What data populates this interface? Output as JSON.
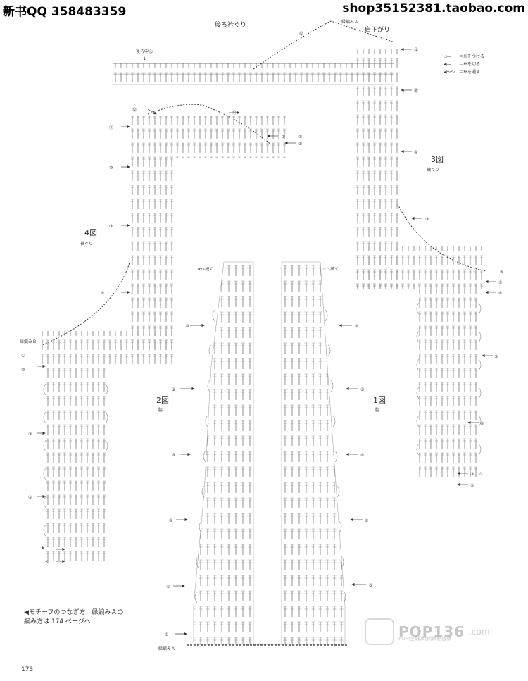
{
  "header": {
    "left": "新书QQ 358483359",
    "right": "shop35152381.taobao.com"
  },
  "labels": {
    "back_neck": "後ろ衿ぐり",
    "back_center": "後ろ中心",
    "shoulder": "肩下がり",
    "edge_a_top": "縁編みＡ",
    "edge_a_left": "縁編みＢ",
    "edge_a_bottom": "縁編みＡ",
    "fig1_num": "1図",
    "fig1_sub": "脇",
    "fig2_num": "2図",
    "fig2_sub": "脇",
    "fig3_num": "3図",
    "fig3_sub": "袖ぐり",
    "fig4_num": "4図",
    "fig4_sub": "袖ぐり",
    "cont_left": "★へ続く",
    "cont_right": "☆へ続く"
  },
  "legend": [
    {
      "symbol": "◁—",
      "text": "＝糸をつける"
    },
    {
      "symbol": "◀—",
      "text": "＝糸を切る"
    },
    {
      "symbol": "◀～～",
      "text": "＝糸を通す"
    }
  ],
  "note": {
    "line1": "◀モチーフのつなぎ方、縁編みＡの",
    "line2": "編み方は 174 ページへ"
  },
  "page_number": "173",
  "watermark": {
    "main": "POP136",
    "domain": ".com",
    "sub": "POP(全球)時尚網絡機構"
  }
}
